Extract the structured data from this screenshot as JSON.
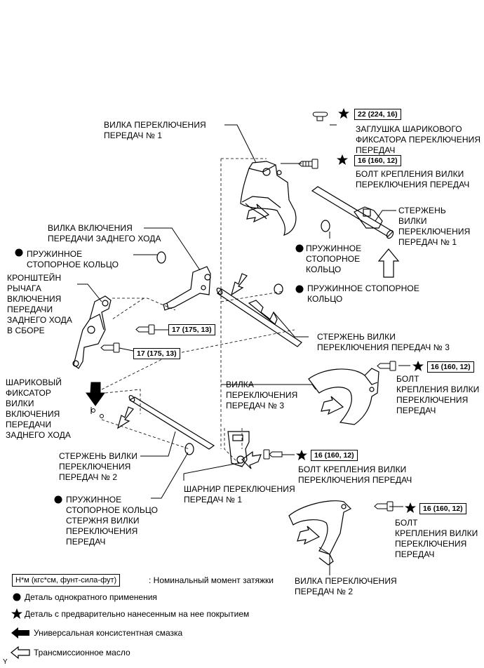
{
  "labels": {
    "fork1": "ВИЛКА ПЕРЕКЛЮЧЕНИЯ\nПЕРЕДАЧ № 1",
    "plug": "ЗАГЛУШКА ШАРИКОВОГО\nФИКСАТОРА ПЕРЕКЛЮЧЕНИЯ\nПЕРЕДАЧ",
    "bolt_fork_top": "БОЛТ КРЕПЛЕНИЯ ВИЛКИ\nПЕРЕКЛЮЧЕНИЯ ПЕРЕДАЧ",
    "rod1": "СТЕРЖЕНЬ\nВИЛКИ\nПЕРЕКЛЮЧЕНИЯ\nПЕРЕДАЧ № 1",
    "snap_rod1": "ПРУЖИННОЕ\nСТОПОРНОЕ\nКОЛЬЦО",
    "reverse_fork": "ВИЛКА ВКЛЮЧЕНИЯ\nПЕРЕДАЧИ ЗАДНЕГО ХОДА",
    "snap_left": "ПРУЖИННОЕ\nСТОПОРНОЕ КОЛЬЦО",
    "bracket": "КРОНШТЕЙН\nРЫЧАГА\nВКЛЮЧЕНИЯ\nПЕРЕДАЧИ\nЗАДНЕГО ХОДА\nВ СБОРЕ",
    "snap_mid": "ПРУЖИННОЕ СТОПОРНОЕ\nКОЛЬЦО",
    "rod3": "СТЕРЖЕНЬ ВИЛКИ\nПЕРЕКЛЮЧЕНИЯ ПЕРЕДАЧ № 3",
    "ball_detent": "ШАРИКОВЫЙ\nФИКСАТОР\nВИЛКИ\nВКЛЮЧЕНИЯ\nПЕРЕДАЧИ\nЗАДНЕГО ХОДА",
    "fork3": "ВИЛКА\nПЕРЕКЛЮЧЕНИЯ\nПЕРЕДАЧ № 3",
    "bolt_fork3": "БОЛТ\nКРЕПЛЕНИЯ ВИЛКИ\nПЕРЕКЛЮЧЕНИЯ\nПЕРЕДАЧ",
    "rod2": "СТЕРЖЕНЬ ВИЛКИ\nПЕРЕКЛЮЧЕНИЯ\nПЕРЕДАЧ № 2",
    "bolt_shift_head": "БОЛТ КРЕПЛЕНИЯ ВИЛКИ\nПЕРЕКЛЮЧЕНИЯ ПЕРЕДАЧ",
    "shift_head": "ШАРНИР ПЕРЕКЛЮЧЕНИЯ\nПЕРЕДАЧ № 1",
    "snap_rod2": "ПРУЖИННОЕ\nСТОПОРНОЕ КОЛЬЦО\nСТЕРЖНЯ ВИЛКИ\nПЕРЕКЛЮЧЕНИЯ\nПЕРЕДАЧ",
    "bolt_fork2": "БОЛТ\nКРЕПЛЕНИЯ ВИЛКИ\nПЕРЕКЛЮЧЕНИЯ\nПЕРЕДАЧ",
    "fork2": "ВИЛКА ПЕРЕКЛЮЧЕНИЯ\nПЕРЕДАЧ № 2"
  },
  "torque": {
    "plug": "22 (224, 16)",
    "bolt_fork_top": "16 (160, 12)",
    "bracket_bolt_a": "17 (175, 13)",
    "bracket_bolt_b": "17 (175, 13)",
    "bolt_fork3": "16 (160, 12)",
    "bolt_shift_head": "16 (160, 12)",
    "bolt_fork2": "16 (160, 12)"
  },
  "legend": {
    "torque_unit": "Н*м (кгс*см, фунт-сила-фут)",
    "torque_desc": ": Номинальный момент затяжки",
    "non_reusable": "Деталь однократного применения",
    "precoated": "Деталь с предварительно нанесенным на нее покрытием",
    "grease": "Универсальная консистентная смазка",
    "oil": "Трансмиссионное масло"
  },
  "corner_mark": "Y",
  "colors": {
    "ink": "#000000",
    "paper": "#ffffff"
  }
}
